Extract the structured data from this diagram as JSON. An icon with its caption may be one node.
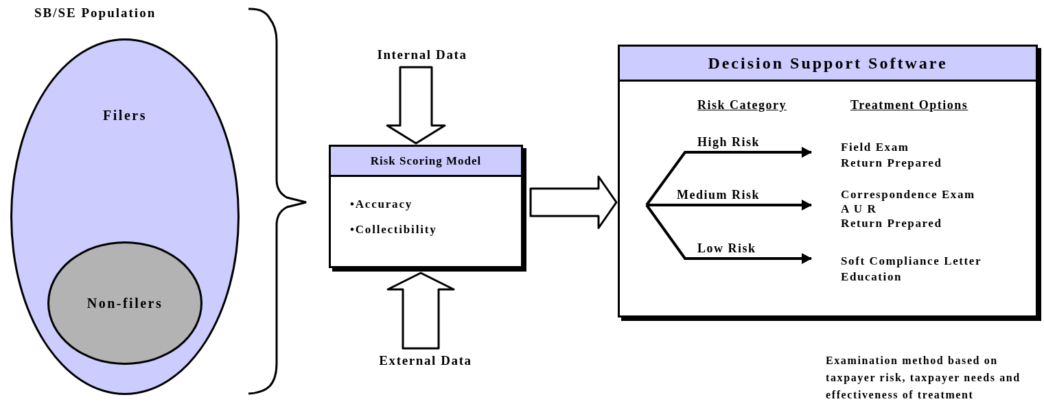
{
  "diagram": {
    "nodes": [
      {
        "text": [
          "Filers"
        ]
      },
      {
        "text": [
          "Non-filers"
        ],
        "in": 0
      },
      {
        "text": [
          "Internal Data"
        ]
      },
      {
        "text": [
          "Risk Scoring Model",
          "•Accuracy",
          "•Collectibility"
        ]
      },
      {
        "text": [
          "External Data"
        ]
      },
      {
        "text": [
          "Decision Support Software",
          "Risk Category",
          "Treatment Options"
        ]
      },
      {
        "text": [
          "Field Exam",
          "Return Prepared"
        ],
        "in": 5
      },
      {
        "text": [
          "Correspondence Exam",
          "A U R",
          "Return Prepared"
        ],
        "in": 5
      },
      {
        "text": [
          "Soft Compliance Letter",
          "Education"
        ],
        "in": 5
      }
    ],
    "edges": [
      {
        "from": 2,
        "to": 3,
        "arrow": "to"
      },
      {
        "from": 4,
        "to": 3,
        "arrow": "to"
      },
      {
        "from": 3,
        "to": 5,
        "arrow": "to"
      },
      {
        "from": null,
        "to": 6,
        "arrow": "to",
        "label": "High Risk"
      },
      {
        "from": null,
        "to": 7,
        "arrow": "to",
        "label": "Medium Risk"
      },
      {
        "from": null,
        "to": 8,
        "arrow": "to",
        "label": "Low Risk"
      }
    ],
    "labels": [
      "SB/SE Population",
      "Examination method based on taxpayer risk, taxpayer needs and effectiveness of treatment"
    ]
  }
}
